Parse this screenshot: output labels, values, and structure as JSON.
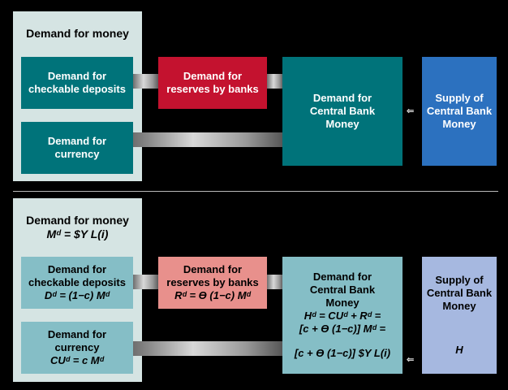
{
  "top": {
    "panel_title": "Demand for money",
    "checkable": [
      "Demand for",
      "checkable deposits"
    ],
    "currency": [
      "Demand for",
      "currency"
    ],
    "reserves": [
      "Demand for",
      "reserves by banks"
    ],
    "cb_demand": [
      "Demand for",
      "Central Bank",
      "Money"
    ],
    "cb_supply": [
      "Supply of",
      "Central Bank",
      "Money"
    ]
  },
  "bottom": {
    "panel_title": "Demand for money",
    "panel_eq": "Mᵈ = $Y L(i)",
    "checkable": [
      "Demand for",
      "checkable deposits"
    ],
    "checkable_eq": "Dᵈ = (1−c) Mᵈ",
    "currency": [
      "Demand for",
      "currency"
    ],
    "currency_eq": "CUᵈ = c Mᵈ",
    "reserves": [
      "Demand for",
      "reserves by banks"
    ],
    "reserves_eq": "Rᵈ = ϴ (1−c) Mᵈ",
    "cb_demand": [
      "Demand for",
      "Central Bank",
      "Money"
    ],
    "cb_demand_eq1": "Hᵈ = CUᵈ + Rᵈ =",
    "cb_demand_eq2": "[c + ϴ (1−c)] Mᵈ =",
    "cb_demand_eq3": "[c + ϴ (1−c)] $Y L(i)",
    "cb_supply": [
      "Supply of",
      "Central Bank",
      "Money"
    ],
    "cb_supply_symbol": "H"
  },
  "colors": {
    "teal": "#00737a",
    "red": "#c4122f",
    "blue": "#2c71bf",
    "light_teal": "#85bec6",
    "pink": "#e8908c",
    "light_blue": "#a6b8e0",
    "panel": "#d5e4e3"
  },
  "icons": {
    "equals_arrow": "double-line-arrow-icon"
  }
}
